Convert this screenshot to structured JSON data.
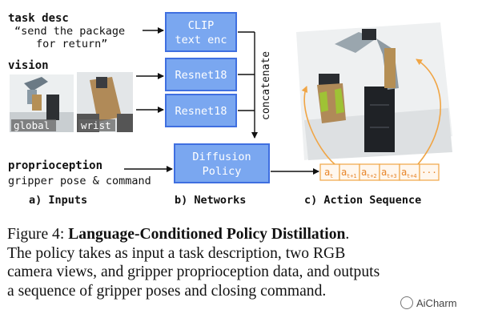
{
  "figure": {
    "inputs": {
      "task_desc_label": "task desc",
      "task_desc_text_line1": "“send the package",
      "task_desc_text_line2": "for return”",
      "vision_label": "vision",
      "global_label": "global",
      "wrist_label": "wrist",
      "proprio_label": "proprioception",
      "proprio_text": "gripper pose & command",
      "section_label": "a) Inputs"
    },
    "networks": {
      "clip_line1": "CLIP",
      "clip_line2": "text enc",
      "resnet_top": "Resnet18",
      "resnet_bottom": "Resnet18",
      "concatenate": "concatenate",
      "diffusion_line1": "Diffusion",
      "diffusion_line2": "Policy",
      "section_label": "b) Networks"
    },
    "action": {
      "cells": [
        "a",
        "a",
        "a",
        "a",
        "a",
        "···"
      ],
      "subscripts": [
        "t",
        "t+1",
        "t+2",
        "t+3",
        "t+4",
        ""
      ],
      "section_label": "c) Action Sequence"
    }
  },
  "caption": {
    "prefix": "Figure 4:  ",
    "bold": "Language-Conditioned Policy Distillation",
    "after_bold": ".",
    "line2": "The policy takes as input a task description, two RGB",
    "line3": "camera views, and gripper proprioception data, and outputs",
    "line4": "a sequence of gripper poses and closing command."
  },
  "watermark": {
    "text": "AiCharm"
  },
  "colors": {
    "box_fill": "#7aa7f0",
    "box_stroke": "#3f6fe0",
    "box_text": "#ffffff",
    "arrow": "#111111",
    "orange": "#f0a545",
    "seq_text": "#e8862a"
  }
}
